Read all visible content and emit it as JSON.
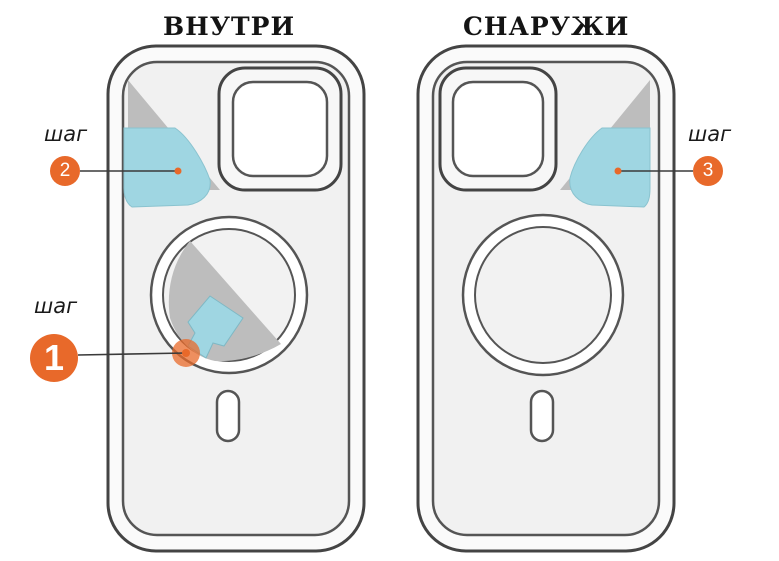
{
  "headings": {
    "inside": "ВНУТРИ",
    "outside": "СНАРУЖИ"
  },
  "steps": [
    {
      "label": "шаг",
      "number": "2"
    },
    {
      "label": "шаг",
      "number": "1"
    },
    {
      "label": "шаг",
      "number": "3"
    }
  ],
  "colors": {
    "accent": "#e8692a",
    "highlight": "#9fd6e2",
    "line": "#444444",
    "case_fill": "#f2f2f2",
    "mark_gray": "#bdbdbd"
  }
}
